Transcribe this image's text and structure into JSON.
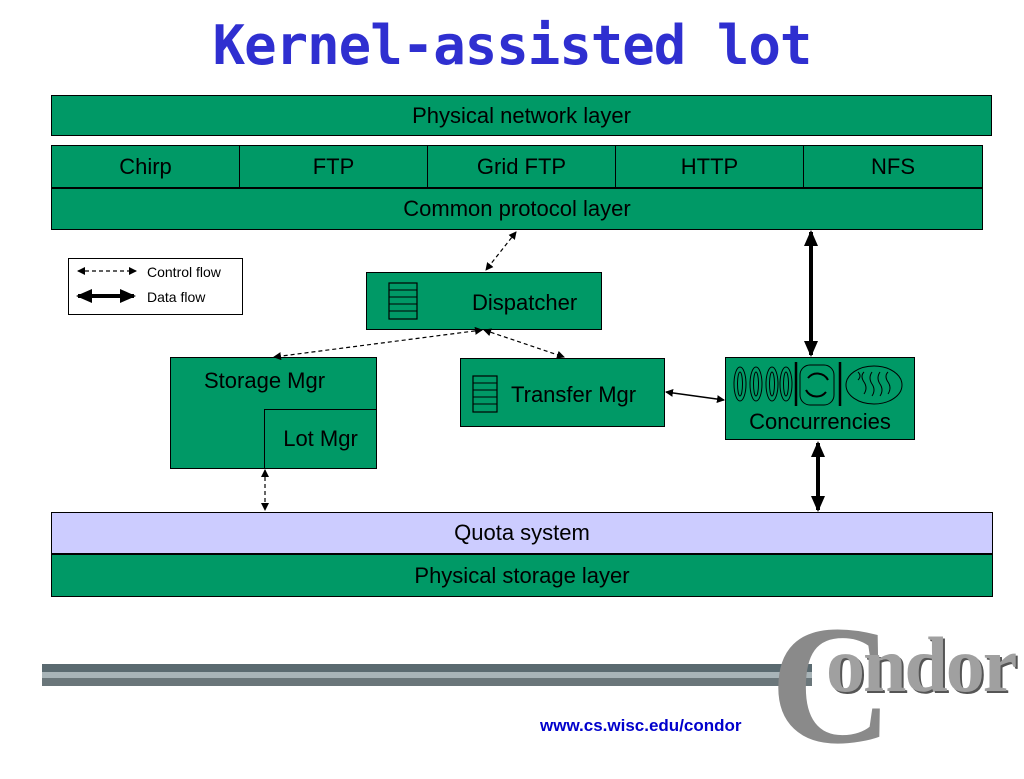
{
  "title": "Kernel-assisted lot",
  "layers": {
    "physical_network": "Physical network layer",
    "common_protocol": "Common protocol layer",
    "quota": "Quota system",
    "physical_storage": "Physical storage layer"
  },
  "protocols": [
    "Chirp",
    "FTP",
    "Grid FTP",
    "HTTP",
    "NFS"
  ],
  "components": {
    "dispatcher": "Dispatcher",
    "storage_mgr": "Storage Mgr",
    "lot_mgr": "Lot Mgr",
    "transfer_mgr": "Transfer Mgr",
    "concurrencies": "Concurrencies"
  },
  "legend": {
    "control_flow": "Control flow",
    "data_flow": "Data flow"
  },
  "footer": {
    "url": "www.cs.wisc.edu/condor",
    "logo_initial": "C",
    "logo_rest": "ondor"
  },
  "colors": {
    "box_fill": "#009966",
    "quota_fill": "#ccccff",
    "title": "#2f2fd0",
    "url": "#0000cc"
  }
}
